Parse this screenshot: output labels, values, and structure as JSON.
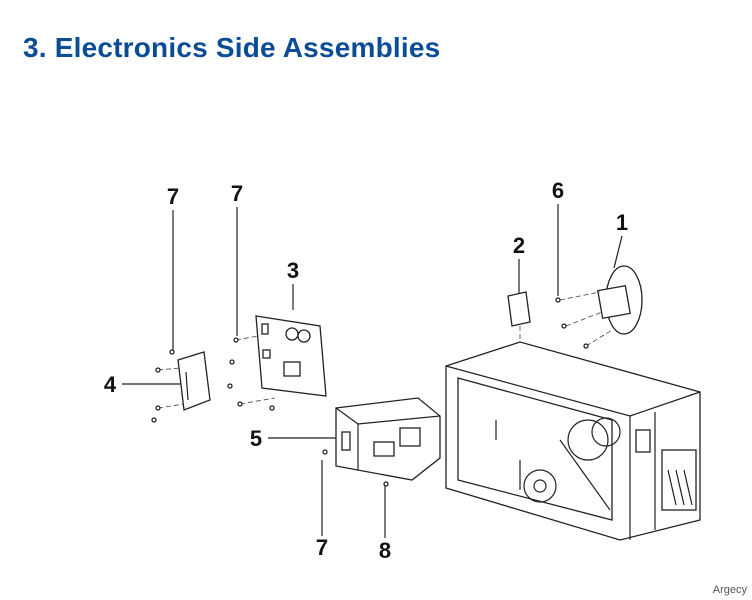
{
  "title": "3. Electronics Side Assemblies",
  "callouts": [
    "7",
    "7",
    "3",
    "4",
    "5",
    "7",
    "8",
    "2",
    "6",
    "1"
  ],
  "footer": "Argecy",
  "colors": {
    "title": "#0B4C97"
  }
}
